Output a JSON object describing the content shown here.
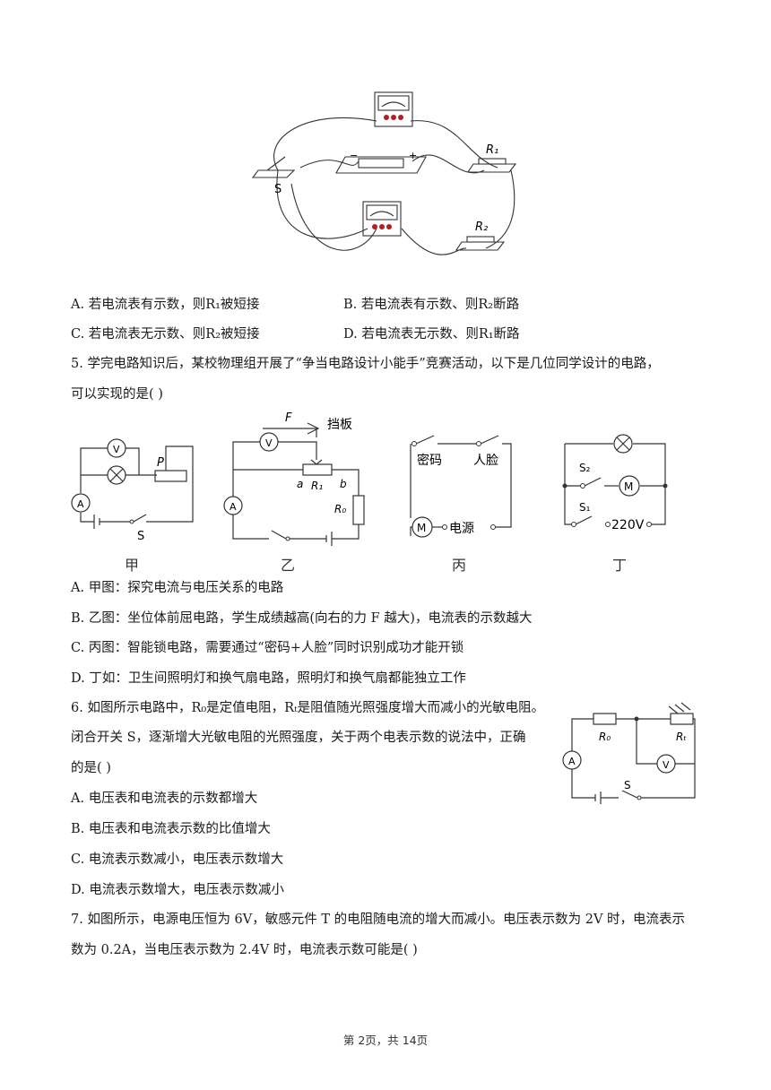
{
  "q4": {
    "options": {
      "A": "A. 若电流表有示数，则R₁被短接",
      "B": "B. 若电流表有示数、则R₂断路",
      "C": "C. 若电流表无示数、则R₂被短接",
      "D": "D. 若电流表无示数、则R₁断路"
    },
    "figure_labels": {
      "switch": "S",
      "r1": "R₁",
      "r2": "R₂",
      "plus": "+",
      "minus": "−"
    }
  },
  "q5": {
    "stem_line1": "5. 学完电路知识后，某校物理组开展了“争当电路设计小能手”竞赛活动，以下是几位同学设计的电路，",
    "stem_line2": "可以实现的是(    )",
    "captions": [
      "甲",
      "乙",
      "丙",
      "丁"
    ],
    "fig_labels": {
      "v": "V",
      "a": "A",
      "p": "P",
      "s": "S",
      "f": "F",
      "baffle": "挡板",
      "r1": "R₁",
      "r0": "R₀",
      "a_end": "a",
      "b_end": "b",
      "password": "密码",
      "face": "人脸",
      "m": "M",
      "power": "电源",
      "s1": "S₁",
      "s2": "S₂",
      "v220": "220V"
    },
    "options": {
      "A": "A. 甲图：探究电流与电压关系的电路",
      "B": "B. 乙图：坐位体前屈电路，学生成绩越高(向右的力 F 越大)，电流表的示数越大",
      "C": "C. 丙图：智能锁电路，需要通过“密码+人脸”同时识别成功才能开锁",
      "D": "D. 丁如：卫生间照明灯和换气扇电路，照明灯和换气扇都能独立工作"
    }
  },
  "q6": {
    "stem_line1": "6. 如图所示电路中，R₀是定值电阻，Rₜ是阻值随光照强度增大而减小的光敏电阻。",
    "stem_line2": "闭合开关 S，逐渐增大光敏电阻的光照强度，关于两个电表示数的说法中，正确",
    "stem_line3": "的是(    )",
    "fig_labels": {
      "r0": "R₀",
      "rt": "Rₜ",
      "a": "A",
      "v": "V",
      "s": "S"
    },
    "options": {
      "A": "A. 电压表和电流表的示数都增大",
      "B": "B. 电压表和电流表示数的比值增大",
      "C": "C. 电流表示数减小，电压表示数增大",
      "D": "D. 电流表示数增大，电压表示数减小"
    }
  },
  "q7": {
    "stem_line1": "7. 如图所示，电源电压恒为 6V，敏感元件 T 的电阻随电流的增大而减小。电压表示数为 2V 时，电流表示",
    "stem_line2": "数为 0.2A，当电压表示数为 2.4V 时，电流表示数可能是(    )"
  },
  "footer": "第 2页，共 14页"
}
